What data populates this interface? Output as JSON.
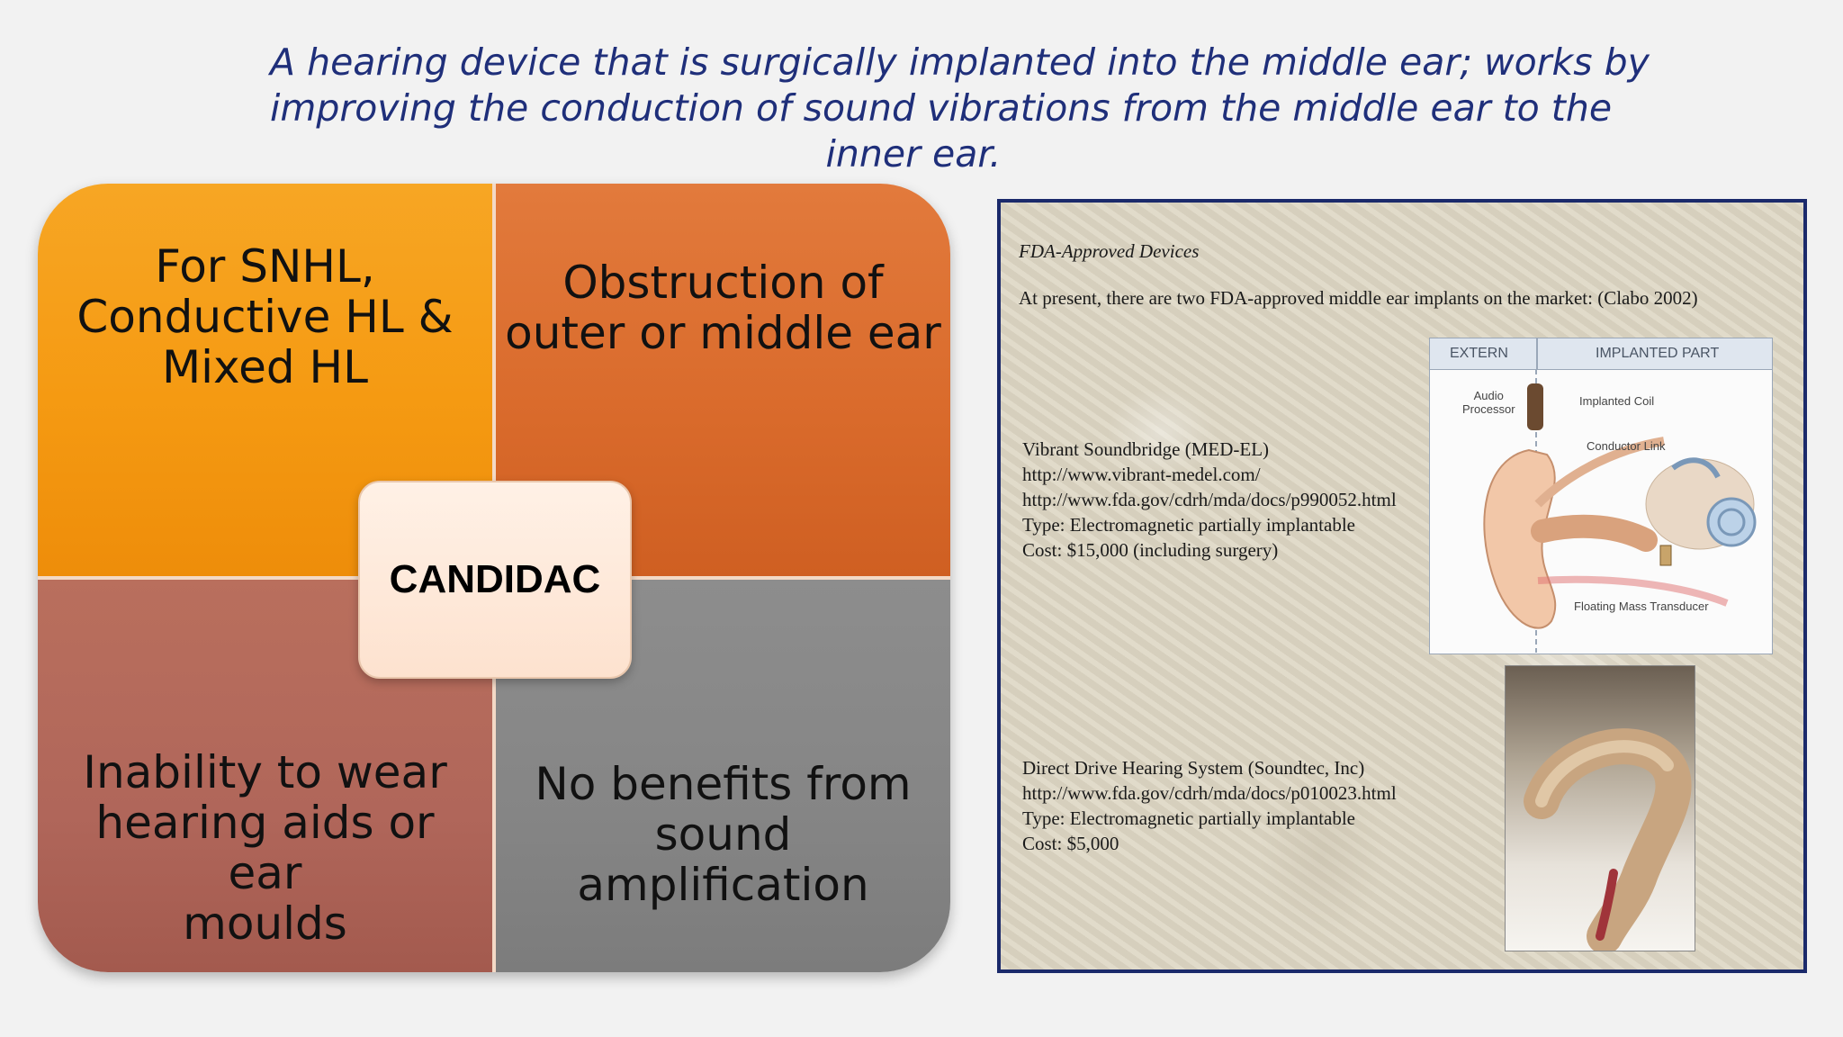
{
  "heading": {
    "line1": "A hearing device that is surgically implanted into the middle ear; works by",
    "line2": "improving the conduction of sound vibrations from the middle ear to the",
    "line3": "inner ear."
  },
  "diagram": {
    "center": "CANDIDAC",
    "top_left": {
      "l1": "For SNHL,",
      "l2": "Conductive HL &",
      "l3": "Mixed HL"
    },
    "top_right": {
      "l1": "Obstruction of",
      "l2": "outer or middle ear"
    },
    "bottom_left": {
      "l1": "Inability to wear",
      "l2": "hearing aids or ear",
      "l3": "moulds"
    },
    "bottom_right": {
      "l1": "No benefits from",
      "l2": "sound amplification"
    },
    "colors": {
      "top_left": "#f59a12",
      "top_right": "#d96a2b",
      "bottom_left": "#b0665a",
      "bottom_right": "#858585"
    }
  },
  "panel": {
    "title": "FDA-Approved Devices",
    "intro": "At present, there are two FDA-approved middle ear implants on the market: (Clabo 2002)",
    "device1": {
      "name": "Vibrant Soundbridge (MED-EL)",
      "url1": "http://www.vibrant-medel.com/",
      "url2": "http://www.fda.gov/cdrh/mda/docs/p990052.html",
      "type": "Type: Electromagnetic partially implantable",
      "cost": "Cost: $15,000 (including surgery)"
    },
    "device2": {
      "name": "Direct Drive Hearing System (Soundtec, Inc)",
      "url1": "http://www.fda.gov/cdrh/mda/docs/p010023.html",
      "type": "Type: Electromagnetic partially implantable",
      "cost": "Cost: $5,000"
    },
    "figure": {
      "col1": "EXTERN",
      "col2": "IMPLANTED PART",
      "labels": {
        "audio_processor_1": "Audio",
        "audio_processor_2": "Processor",
        "implanted_coil": "Implanted Coil",
        "conductor_link": "Conductor Link",
        "fmt": "Floating Mass Transducer"
      }
    }
  }
}
